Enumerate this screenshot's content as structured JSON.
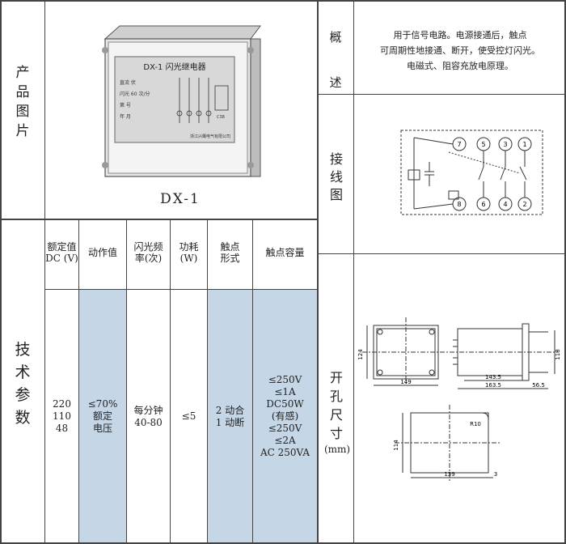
{
  "labels": {
    "product_image": "产品图片",
    "overview": "概述",
    "wiring": "接线图",
    "tech_params": "技术参数",
    "cutout": "开孔尺寸",
    "cutout_unit": "(mm)"
  },
  "product": {
    "model": "DX-1",
    "plate_title": "DX-1 闪光继电器",
    "plate_rows": [
      "直流    伏",
      "闪光 60 次/分",
      "第      号",
      "    年    月"
    ],
    "plate_maker": "浙江兴鹰电气有限公司",
    "plate_mark": "C38"
  },
  "overview": {
    "lines": [
      "用于信号电路。电源接通后，触点",
      "可周期性地接通、断开，使受控灯闪光。",
      "电磁式、阻容充放电原理。"
    ]
  },
  "table": {
    "headers": {
      "rated_value": "额定值 DC (V)",
      "action_value": "动作值",
      "flash_freq": "闪光频率(次)",
      "power": "功耗 (W)",
      "contact_form": "触点形式",
      "contact_capacity": "触点容量"
    },
    "values": {
      "rated_value": [
        "220",
        "110",
        "48"
      ],
      "action_value": [
        "≤70%",
        "额定",
        "电压"
      ],
      "flash_freq": [
        "每分钟",
        "40-80"
      ],
      "power": [
        "≤5"
      ],
      "contact_form": [
        "2 动合",
        "1 动断"
      ],
      "contact_capacity": [
        "≤250V",
        "≤1A",
        "DC50W",
        "(有感)",
        "≤250V",
        "≤2A",
        "AC 250VA"
      ]
    }
  },
  "wiring": {
    "terminals_top": [
      "7",
      "5",
      "3",
      "1"
    ],
    "terminals_bottom": [
      "8",
      "6",
      "4",
      "2"
    ]
  },
  "dims": {
    "front_h": "124",
    "front_w": "149",
    "side_h": "118",
    "side_w1": "143.5",
    "side_w2": "163.5",
    "side_d": "56.5",
    "cut_h": "114",
    "cut_w": "139",
    "cut_r": "R10",
    "cut_gap": "3"
  },
  "colors": {
    "param_highlight": "#c5d6e6",
    "rule": "#444444"
  }
}
